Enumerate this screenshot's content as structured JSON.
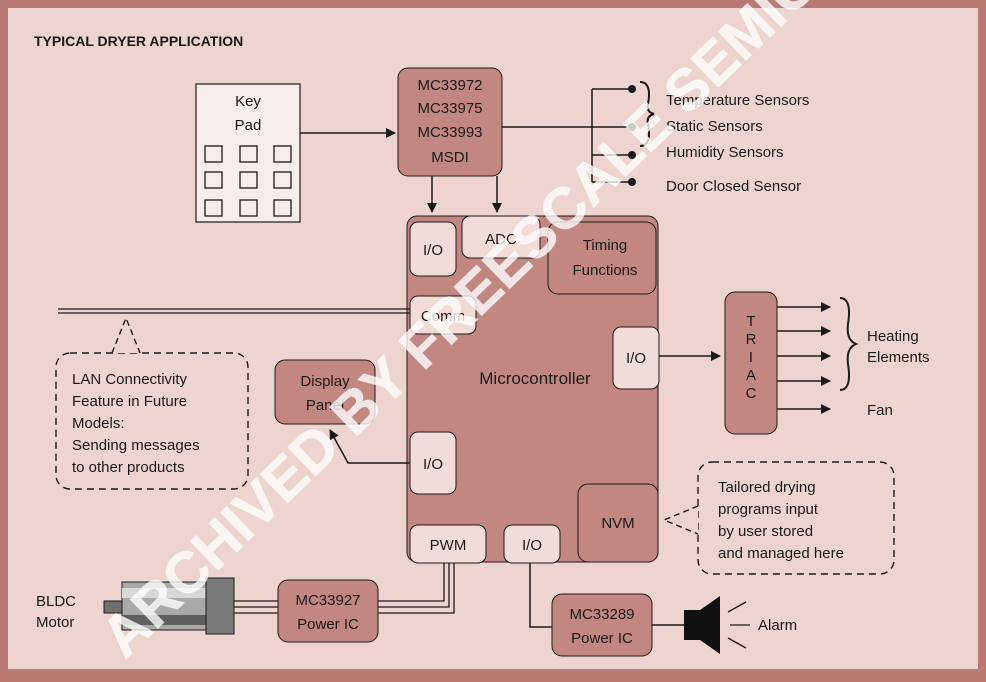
{
  "title": "TYPICAL DRYER APPLICATION",
  "watermark": "ARCHIVED BY FREESCALE SEMICONDUCTOR",
  "keypad": {
    "line1": "Key",
    "line2": "Pad"
  },
  "sensor_ic": {
    "lines": [
      "MC33972",
      "MC33975",
      "MC33993",
      "MSDI"
    ]
  },
  "sensors": [
    "Temperature Sensors",
    "Static Sensors",
    "Humidity Sensors",
    "Door Closed Sensor"
  ],
  "mcu": {
    "label": "Microcontroller",
    "io": "I/O",
    "adc": "ADC",
    "timing": [
      "Timing",
      "Functions"
    ],
    "comm": "Comm",
    "pwm": "PWM",
    "nvm": "NVM"
  },
  "triac": [
    "T",
    "R",
    "I",
    "A",
    "C"
  ],
  "outputs": {
    "heating": [
      "Heating",
      "Elements"
    ],
    "fan": "Fan"
  },
  "display": [
    "Display",
    "Panel"
  ],
  "lan_note": [
    "LAN Connectivity",
    "Feature in Future",
    "Models:",
    "Sending messages",
    "to other products"
  ],
  "nvm_note": [
    "Tailored drying",
    "programs input",
    "by user stored",
    "and managed here"
  ],
  "motor": {
    "label": [
      "BLDC",
      "Motor"
    ],
    "ic": [
      "MC33927",
      "Power IC"
    ]
  },
  "alarm": {
    "ic": [
      "MC33289",
      "Power IC"
    ],
    "label": "Alarm"
  },
  "colors": {
    "frame": "#b97a74",
    "panel": "#eed4ce",
    "block": "#c28780",
    "sub_block": "#f2dcd7",
    "line": "#1a1a1a"
  }
}
